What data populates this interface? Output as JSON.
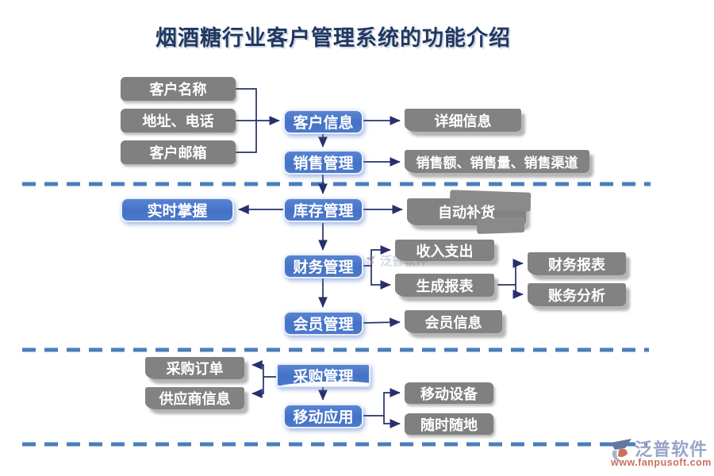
{
  "title": "烟酒糖行业客户管理系统的功能介绍",
  "nodes": {
    "customer_name": {
      "label": "客户名称"
    },
    "address_phone": {
      "label": "地址、电话"
    },
    "customer_email": {
      "label": "客户邮箱"
    },
    "customer_info": {
      "label": "客户信息"
    },
    "detail_info": {
      "label": "详细信息"
    },
    "sales_mgmt": {
      "label": "销售管理"
    },
    "sales_metrics": {
      "label": "销售额、销售量、销售渠道"
    },
    "realtime_grasp": {
      "label": "实时掌握"
    },
    "inventory_mgmt": {
      "label": "库存管理"
    },
    "auto_replenish": {
      "label": "自动补货"
    },
    "finance_mgmt": {
      "label": "财务管理"
    },
    "income_expense": {
      "label": "收入支出"
    },
    "report_gen": {
      "label": "生成报表"
    },
    "finance_report": {
      "label": "财务报表"
    },
    "account_analysis": {
      "label": "账务分析"
    },
    "member_mgmt": {
      "label": "会员管理"
    },
    "member_info": {
      "label": "会员信息"
    },
    "purchase_order": {
      "label": "采购订单"
    },
    "supplier_info": {
      "label": "供应商信息"
    },
    "purchase_mgmt": {
      "label": "采购管理"
    },
    "mobile_app": {
      "label": "移动应用"
    },
    "mobile_device": {
      "label": "移动设备"
    },
    "anytime_anywhere": {
      "label": "随时随地"
    }
  },
  "watermark": {
    "brand": "泛普软件",
    "url": "www.fanpusoft.com"
  },
  "colors": {
    "title": "#1f3864",
    "node_blue": "#4472c4",
    "node_gray": "#808080",
    "connector": "#27306b",
    "dashed_divider": "#4a7ebb",
    "brand_text": "#98a5c9",
    "brand_url": "#cb6f5f"
  }
}
